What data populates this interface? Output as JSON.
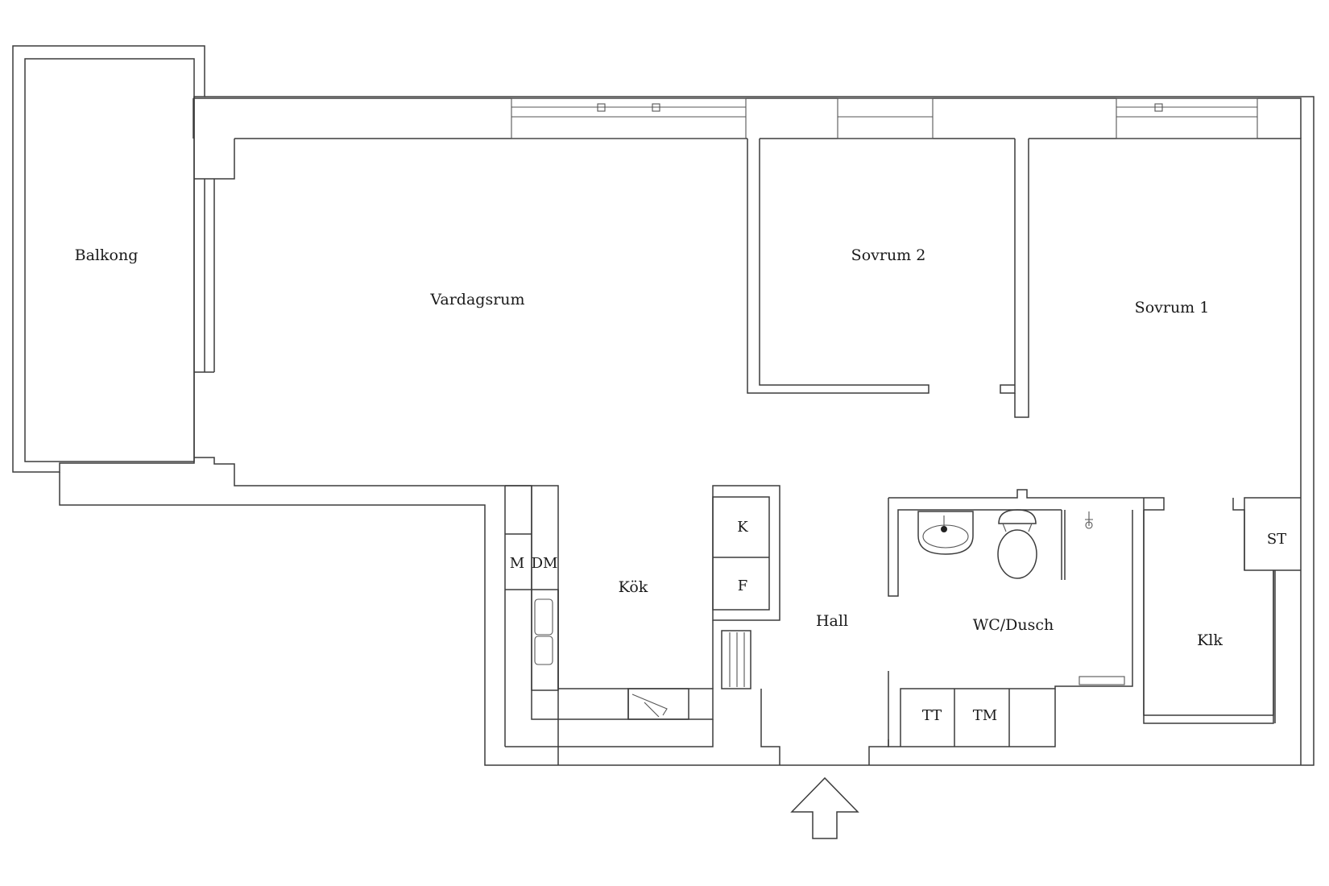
{
  "rooms": {
    "balkong": "Balkong",
    "vardagsrum": "Vardagsrum",
    "sovrum2": "Sovrum 2",
    "sovrum1": "Sovrum 1",
    "kok": "Kök",
    "hall": "Hall",
    "wc_dusch": "WC/Dusch",
    "klk": "Klk"
  },
  "fixtures": {
    "k": "K",
    "f": "F",
    "m": "M",
    "dm": "DM",
    "st": "ST",
    "tt": "TT",
    "tm": "TM"
  },
  "icons": {
    "entrance": "entrance-arrow-icon",
    "sink": "washbasin-icon",
    "toilet": "toilet-icon",
    "kitchen_sink": "kitchen-sink-icon",
    "radiator": "radiator-icon",
    "stove": "stove-icon"
  },
  "colors": {
    "line": "#3c3c3c",
    "background": "#ffffff"
  }
}
